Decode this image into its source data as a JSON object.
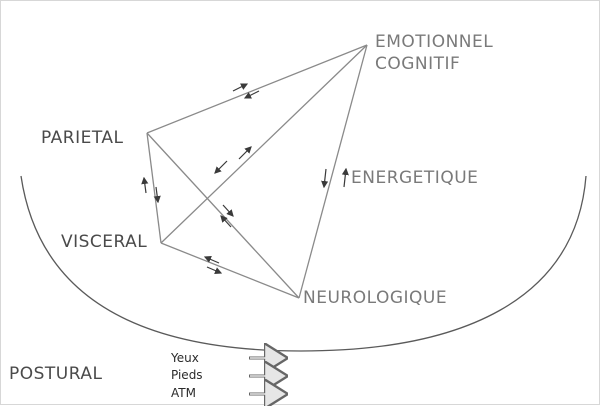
{
  "diagram": {
    "nodes": {
      "emotionnel_line1": "EMOTIONNEL",
      "emotionnel_line2": "COGNITIF",
      "parietal": "PARIETAL",
      "energetique": "ENERGETIQUE",
      "visceral": "VISCERAL",
      "neurologique": "NEUROLOGIQUE"
    },
    "postural": {
      "title": "POSTURAL",
      "items": [
        "Yeux",
        "Pieds",
        "ATM"
      ]
    },
    "colors": {
      "line": "#8a8a8a",
      "label": "#7a7a7a",
      "label_dark": "#4a4a4a",
      "arrow": "#3a3a3a"
    }
  }
}
